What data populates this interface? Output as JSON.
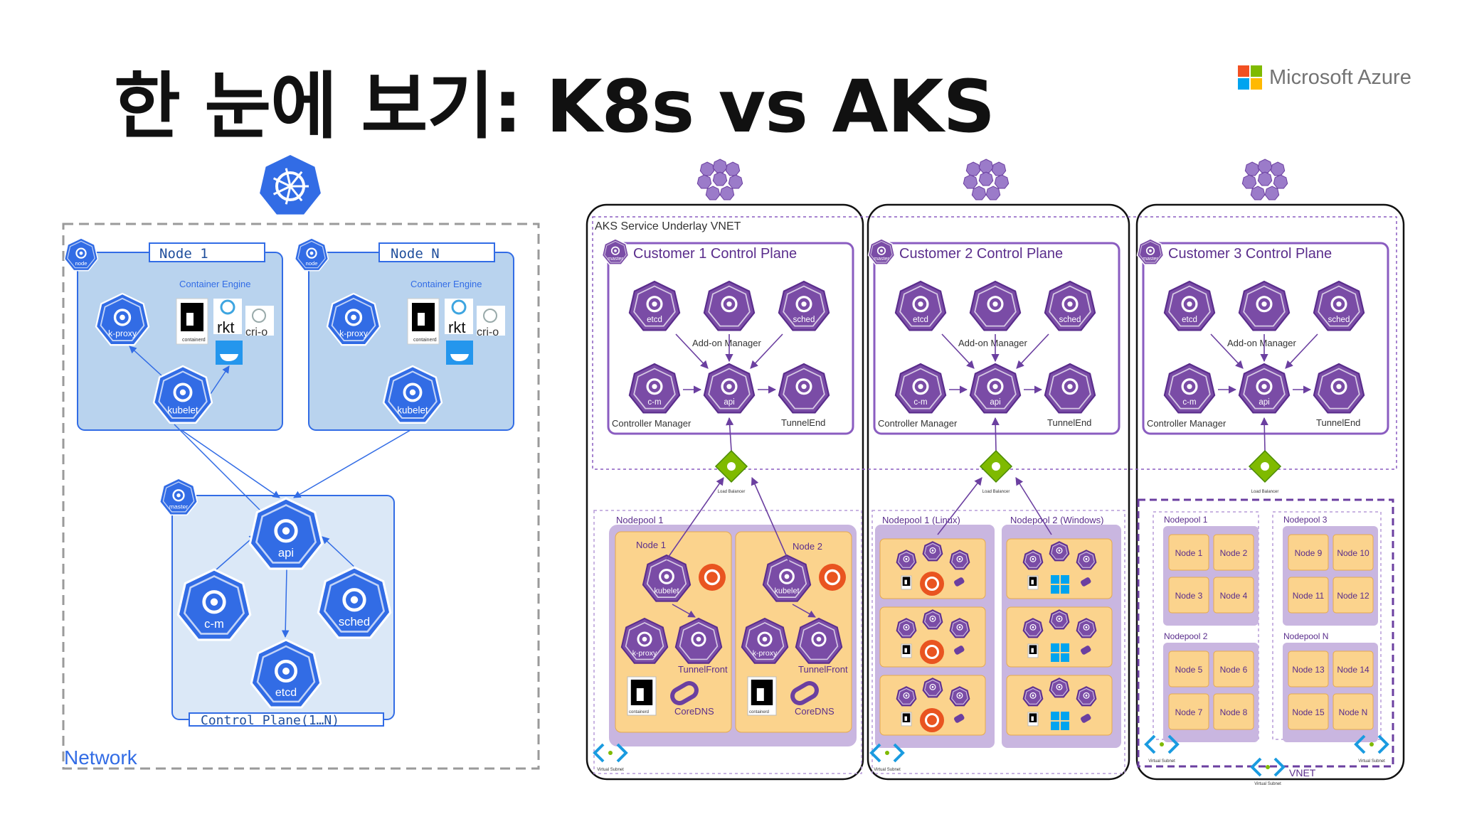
{
  "title": "한 눈에 보기: K8s vs AKS",
  "logo": {
    "text": "Microsoft Azure",
    "colors": [
      "#f25022",
      "#7fba00",
      "#00a4ef",
      "#ffb900"
    ]
  },
  "colors": {
    "k8s_blue": "#326ce5",
    "k8s_fill": "#b9d3ee",
    "k8s_light": "#dbe8f7",
    "aks_purple": "#6b3fa0",
    "aks_hex": "#7a4ca6",
    "aks_fill": "#c9b6e0",
    "node_orange": "#fbd38d",
    "ubuntu": "#e95420",
    "win": "#00a4ef"
  },
  "k8s": {
    "network_label": "Network",
    "node_badge": "node",
    "master_badge": "master",
    "container_engine": "Container Engine",
    "nodes": [
      {
        "title": "Node 1",
        "kproxy": "k-proxy",
        "kubelet": "kubelet",
        "containerd": "containerd",
        "rkt": "rkt",
        "crio": "cri-o"
      },
      {
        "title": "Node N",
        "kproxy": "k-proxy",
        "kubelet": "kubelet",
        "containerd": "containerd",
        "rkt": "rkt",
        "crio": "cri-o"
      }
    ],
    "control_plane": {
      "title": "Control Plane(1…N)",
      "api": "api",
      "cm": "c-m",
      "sched": "sched",
      "etcd": "etcd"
    }
  },
  "aks": {
    "underlay": "AKS Service Underlay VNET",
    "addon": "Add-on Manager",
    "controller_manager": "Controller Manager",
    "tunnel_end": "TunnelEnd",
    "load_balancer": "Load Balancer",
    "virtual_subnet": "Virtual Subnet",
    "master_badge": "master",
    "etcd": "etcd",
    "sched": "sched",
    "cm": "c-m",
    "api": "api",
    "customers": [
      {
        "title": "Customer 1 Control Plane"
      },
      {
        "title": "Customer 2 Control Plane"
      },
      {
        "title": "Customer 3 Control Plane"
      }
    ],
    "c1": {
      "nodepool": "Nodepool 1",
      "node1": "Node 1",
      "node2": "Node 2",
      "kubelet": "kubelet",
      "kproxy": "k-proxy",
      "tunnelfront": "TunnelFront",
      "coredns": "CoreDNS",
      "containerd": "containerd"
    },
    "c2": {
      "np1": "Nodepool 1 (Linux)",
      "np2": "Nodepool 2 (Windows)"
    },
    "c3": {
      "vnet": "VNET",
      "pools": [
        {
          "title": "Nodepool 1",
          "nodes": [
            "Node 1",
            "Node 2",
            "Node 3",
            "Node 4"
          ]
        },
        {
          "title": "Nodepool 3",
          "nodes": [
            "Node 9",
            "Node 10",
            "Node 11",
            "Node 12"
          ]
        },
        {
          "title": "Nodepool 2",
          "nodes": [
            "Node 5",
            "Node 6",
            "Node 7",
            "Node 8"
          ]
        },
        {
          "title": "Nodepool N",
          "nodes": [
            "Node 13",
            "Node 14",
            "Node 15",
            "Node N"
          ]
        }
      ]
    }
  }
}
